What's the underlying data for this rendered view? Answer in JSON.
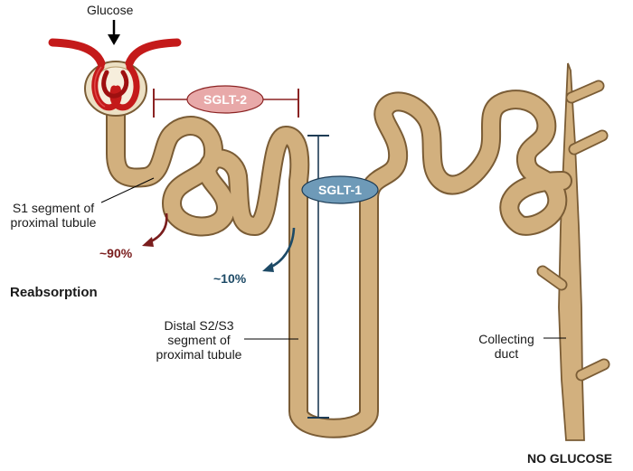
{
  "labels": {
    "glucose": "Glucose",
    "s1_line1": "S1 segment of",
    "s1_line2": "proximal tubule",
    "reabsorption": "Reabsorption",
    "pct_90": "~90%",
    "pct_10": "~10%",
    "distal_line1": "Distal S2/S3",
    "distal_line2": "segment of",
    "distal_line3": "proximal tubule",
    "collecting_line1": "Collecting",
    "collecting_line2": "duct",
    "no_glucose": "NO GLUCOSE"
  },
  "transporters": {
    "sglt2": "SGLT-2",
    "sglt1": "SGLT-1"
  },
  "colors": {
    "tubule_fill": "#d2b07e",
    "tubule_outline": "#7a5c35",
    "glomerulus_red": "#c41a1a",
    "capsule_fill": "#ece0c4",
    "sglt2_fill": "#e8a9a9",
    "sglt2_text": "#ffffff",
    "sglt2_bar": "#8b2323",
    "sglt1_fill": "#6e9ab8",
    "sglt1_bar": "#1e3c55",
    "arrow_90": "#7a1d1d",
    "arrow_10": "#1d4a66"
  },
  "icons": {
    "arrow_in": "down-arrow-icon",
    "arrow_90": "curved-arrow-left-icon",
    "arrow_10": "curved-arrow-down-icon"
  }
}
